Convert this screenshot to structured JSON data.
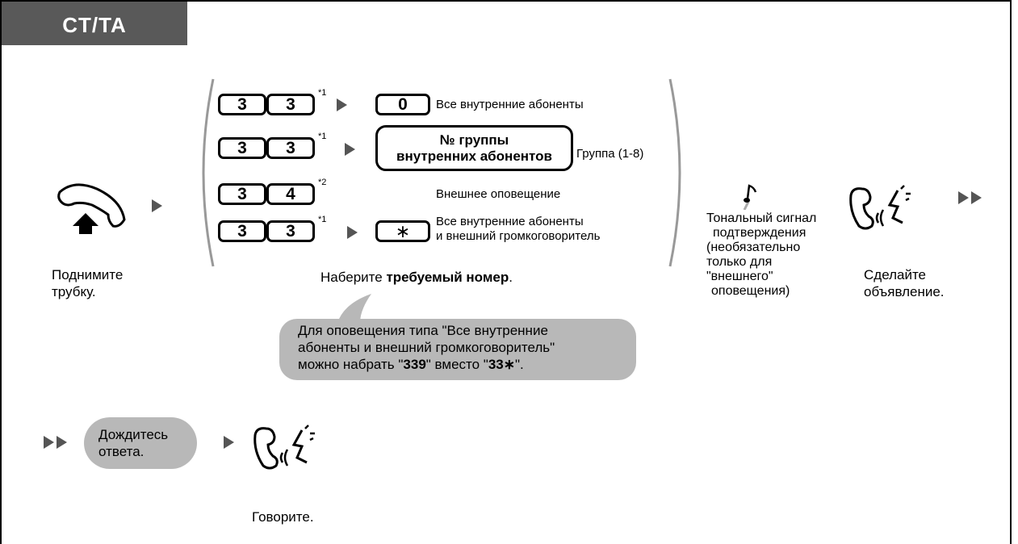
{
  "tab": {
    "label": "CT/TA"
  },
  "options": [
    {
      "keys": [
        "3",
        "3"
      ],
      "note": "*1",
      "target_key": "0",
      "description": "Все внутренние абоненты"
    },
    {
      "keys": [
        "3",
        "3"
      ],
      "note": "*1",
      "target_line1": "№ группы",
      "target_line2": "внутренних абонентов",
      "description": "Группа (1-8)"
    },
    {
      "keys": [
        "3",
        "4"
      ],
      "note": "*2",
      "description": "Внешнее оповещение"
    },
    {
      "keys": [
        "3",
        "3"
      ],
      "note": "*1",
      "target_key": "∗",
      "description_line1": "Все внутренние абоненты",
      "description_line2": "и внешний громкоговоритель"
    }
  ],
  "steps": {
    "lift_handset": {
      "line1": "Поднимите",
      "line2": "трубку."
    },
    "dial": {
      "prefix": "Наберите ",
      "bold": "требуемый номер",
      "suffix": "."
    },
    "confirmation_tone": {
      "line1": "Тональный сигнал",
      "line2": "подтверждения",
      "line3": "(необязательно",
      "line4": "только для",
      "line5": "\"внешнего\"",
      "line6": "оповещения)"
    },
    "announce": {
      "line1": "Сделайте",
      "line2": "объявление."
    },
    "wait_answer": {
      "line1": "Дождитесь",
      "line2": "ответа."
    },
    "talk": {
      "label": "Говорите."
    }
  },
  "tip": {
    "line1": "Для оповещения типа \"Все внутренние",
    "line2": "абоненты и внешний громкоговоритель\"",
    "line3_prefix": "можно набрать \"",
    "line3_bold1": "339",
    "line3_mid": "\" вместо \"",
    "line3_bold2": "33∗",
    "line3_suffix": "\"."
  },
  "icons": [
    "handset-lift-icon",
    "musical-note-icon",
    "speaking-handset-icon"
  ]
}
